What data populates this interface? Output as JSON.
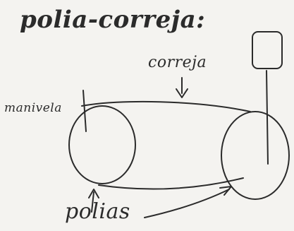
{
  "diagram": {
    "title": "polia-correja:",
    "labels": {
      "belt": "correja",
      "crank": "manivela",
      "pulleys": "polias"
    }
  }
}
